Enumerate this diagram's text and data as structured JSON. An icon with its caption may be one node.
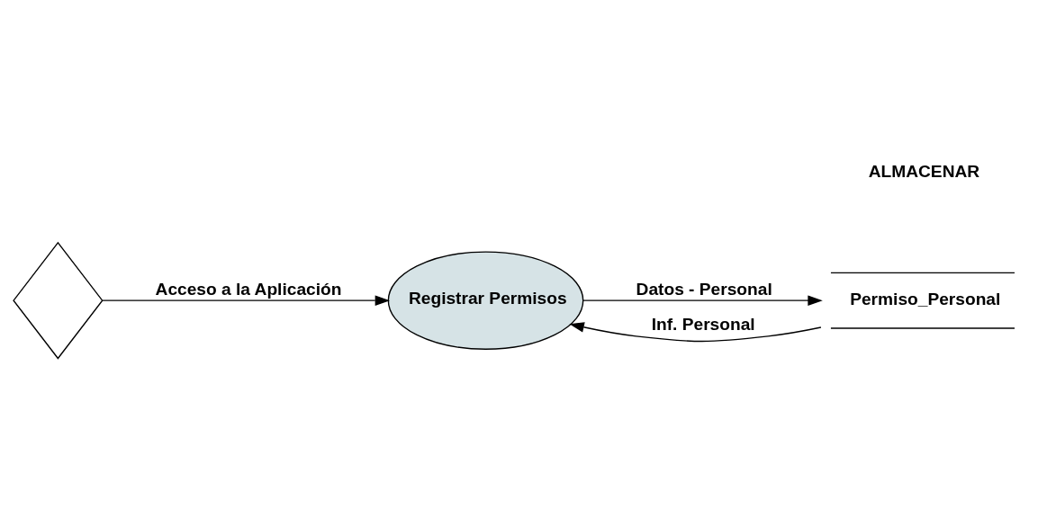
{
  "diagram": {
    "nodes": [
      {
        "text": [],
        "shape": "diamond"
      },
      {
        "text": [
          "Registrar Permisos"
        ]
      },
      {
        "text": [
          "Permiso_Personal"
        ]
      }
    ],
    "edges": [
      {
        "from": 0,
        "to": 1,
        "arrow": "to",
        "label": "Acceso a la Aplicación"
      },
      {
        "from": 1,
        "to": 2,
        "arrow": "to",
        "label": "Datos - Personal"
      },
      {
        "from": 2,
        "to": 1,
        "arrow": "to",
        "label": "Inf. Personal"
      }
    ],
    "labels": [
      "ALMACENAR"
    ]
  }
}
